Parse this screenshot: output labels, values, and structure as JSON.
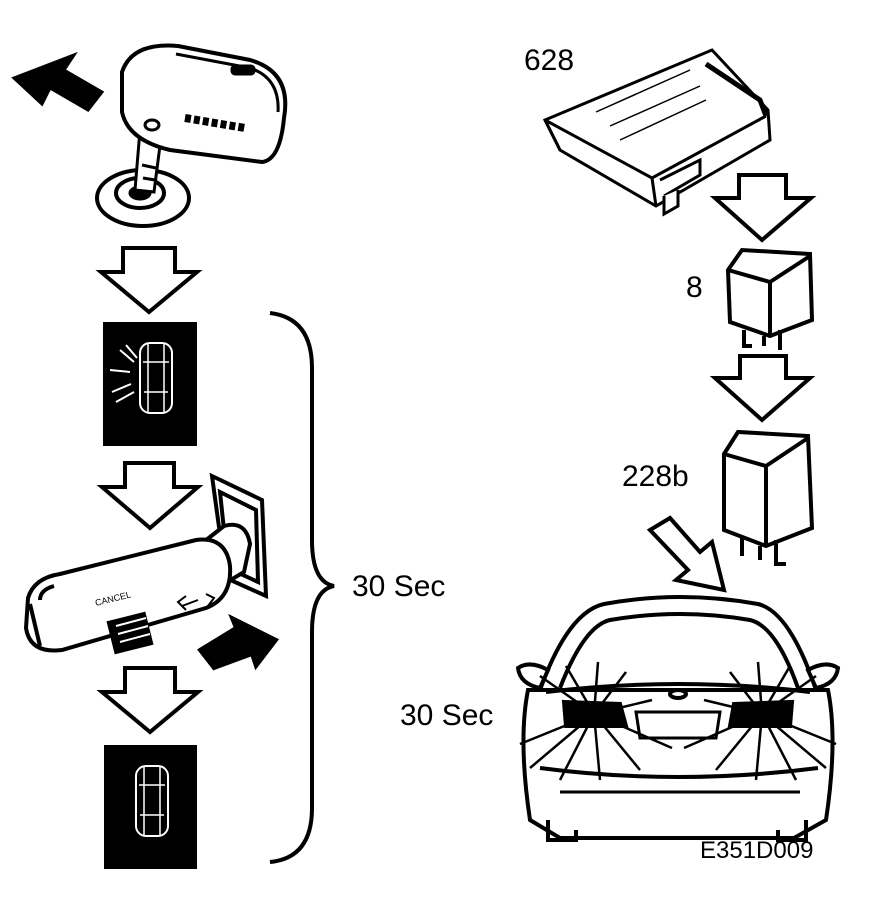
{
  "labels": {
    "ecu": "628",
    "relay_small": "8",
    "relay_large": "228b",
    "duration_bracket": "30 Sec",
    "duration_lights": "30 Sec",
    "figure_code": "E351D009"
  },
  "colors": {
    "ink": "#000000",
    "paper": "#ffffff"
  },
  "icons": [
    "ignition-key-icon",
    "dashboard-warning-lamp-icon",
    "stalk-switch-icon",
    "dashboard-lamp-off-icon",
    "control-module-icon",
    "relay-icon",
    "car-front-headlights-icon"
  ]
}
